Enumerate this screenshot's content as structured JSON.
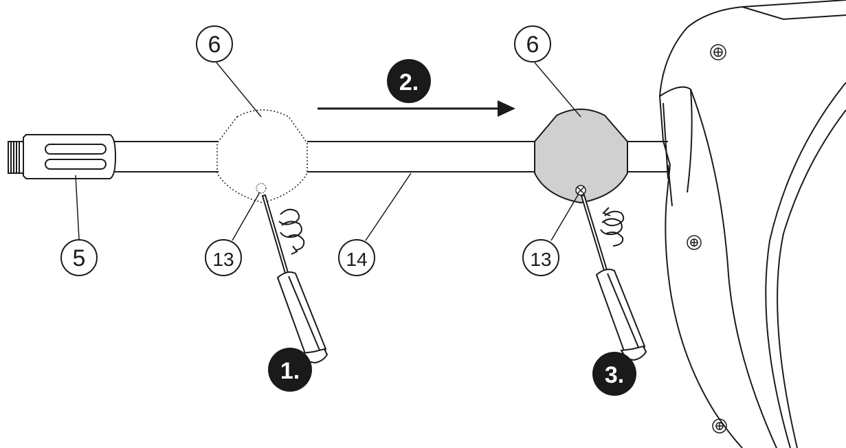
{
  "labels": {
    "five": "5",
    "six_left": "6",
    "six_right": "6",
    "thirteen_left": "13",
    "thirteen_right": "13",
    "fourteen": "14"
  },
  "steps": {
    "one": "1.",
    "two": "2.",
    "three": "3."
  },
  "colors": {
    "line": "#1a1a1a",
    "fill_gray": "#d0d0d0",
    "step_badge": "#1a1a1a"
  }
}
